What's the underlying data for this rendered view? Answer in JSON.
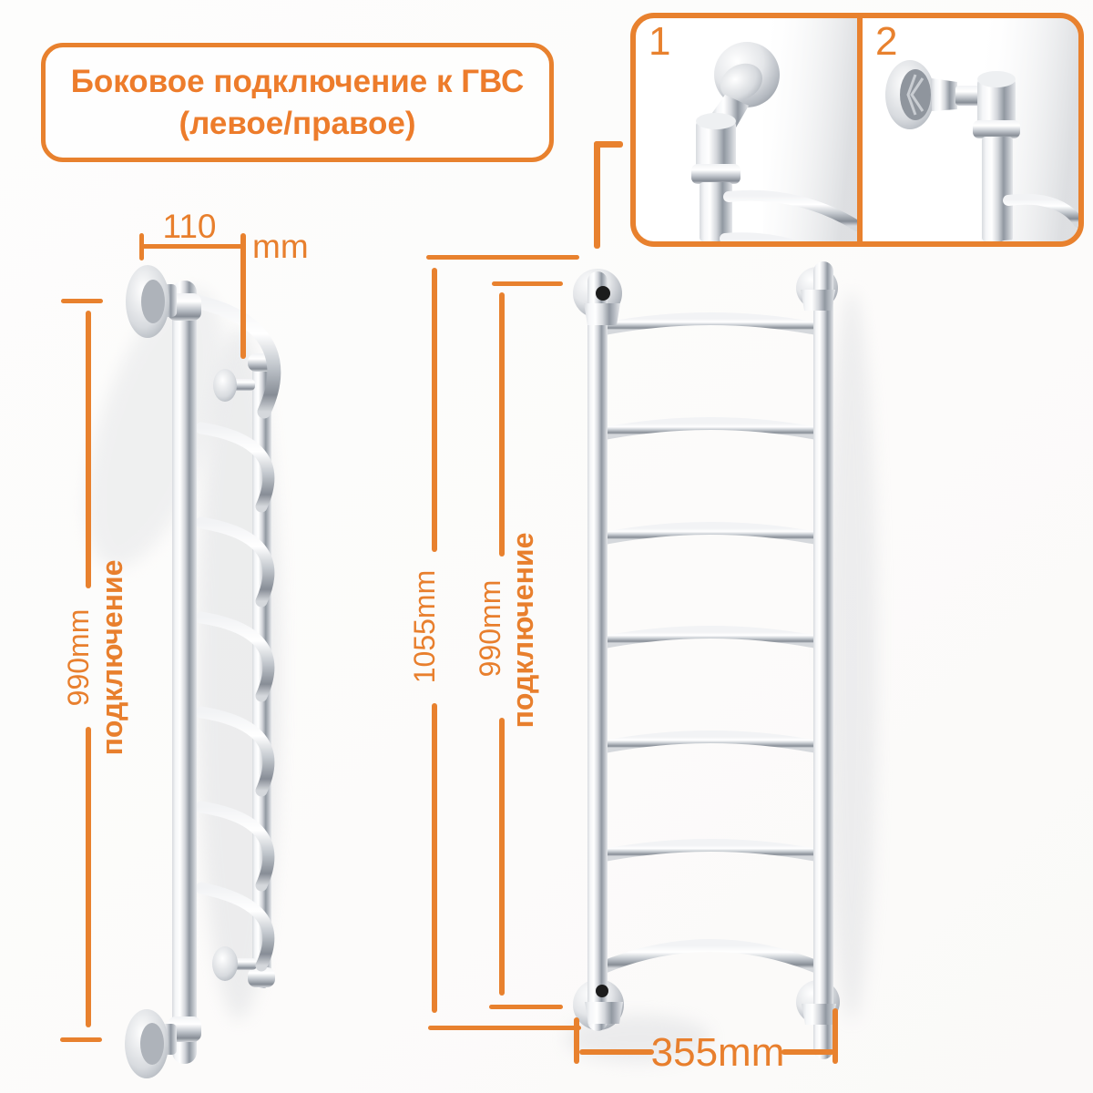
{
  "colors": {
    "accent_orange": "#E8812E",
    "title_orange": "#ED7C2B",
    "chrome_dark": "#8A9099",
    "connection_hole": "#1C1C1C"
  },
  "title_box": {
    "line1": "Боковое подключение к ГВС",
    "line2": "(левое/правое)"
  },
  "detail_panel": {
    "photo1_label": "1",
    "photo2_label": "2"
  },
  "side_view": {
    "width_dim": {
      "value": "110",
      "unit": "mm"
    },
    "height_dim": {
      "value": "990mm",
      "label": "подключение"
    }
  },
  "front_view": {
    "total_height_dim": {
      "value": "1055mm"
    },
    "connection_height_dim": {
      "value": "990mm",
      "label": "подключение"
    },
    "width_dim": {
      "value": "355mm"
    }
  }
}
